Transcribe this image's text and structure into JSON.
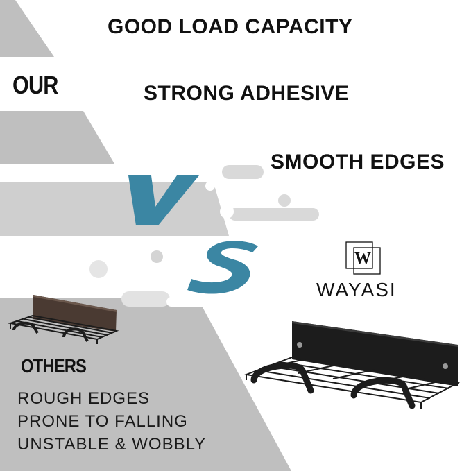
{
  "colors": {
    "background": "#ffffff",
    "gray_panel": "#bfbfbf",
    "gray_light": "#d8d8d8",
    "accent_teal": "#3b86a3",
    "text": "#111111",
    "product_black": "#1c1c1c",
    "product_wood": "#4a3a32"
  },
  "header": {
    "title": "GOOD LOAD CAPACITY"
  },
  "features": [
    "STRONG ADHESIVE",
    "SMOOTH EDGES"
  ],
  "ours_label": "OUR",
  "vs": {
    "v": "V",
    "s": "S"
  },
  "brand": {
    "logo_letter": "W",
    "name": "WAYASI"
  },
  "others": {
    "label": "OTHERS",
    "drawbacks": [
      "ROUGH EDGES",
      "PRONE TO FALLING",
      "UNSTABLE & WOBBLY"
    ]
  },
  "icons": {
    "logo": "wayasi-logo-icon",
    "our_product": "black-shelf-icon",
    "other_product": "wood-shelf-icon"
  }
}
